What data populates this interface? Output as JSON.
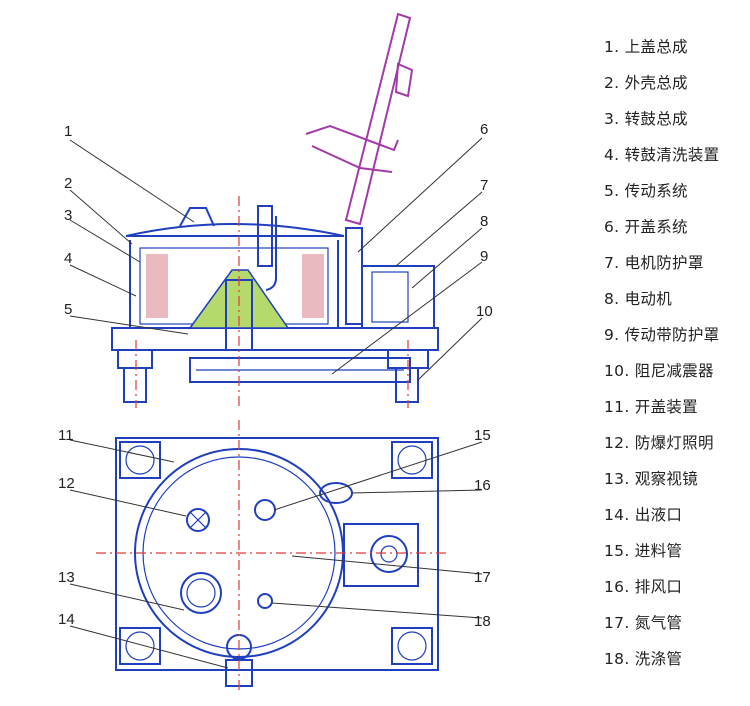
{
  "callouts_top": [
    "1",
    "2",
    "3",
    "4",
    "5",
    "6",
    "7",
    "8",
    "9",
    "10"
  ],
  "callouts_bottom": [
    "11",
    "12",
    "13",
    "14",
    "15",
    "16",
    "17",
    "18"
  ],
  "legend": [
    "1. 上盖总成",
    "2. 外壳总成",
    "3. 转鼓总成",
    "4. 转鼓清洗装置",
    "5. 传动系统",
    "6. 开盖系统",
    "7. 电机防护罩",
    "8. 电动机",
    "9. 传动带防护罩",
    "10. 阻尼减震器",
    "11. 开盖装置",
    "12. 防爆灯照明",
    "13. 观察视镜",
    "14. 出液口",
    "15. 进料管",
    "16. 排风口",
    "17. 氮气管",
    "18. 洗涤管"
  ],
  "colors": {
    "outline": "#1f3fbf",
    "centerline": "#e23a3a",
    "lid_open": "#a23aa8",
    "drum_cone": "#b5d96b",
    "mesh": "#c23a4a",
    "leader": "#333333"
  }
}
